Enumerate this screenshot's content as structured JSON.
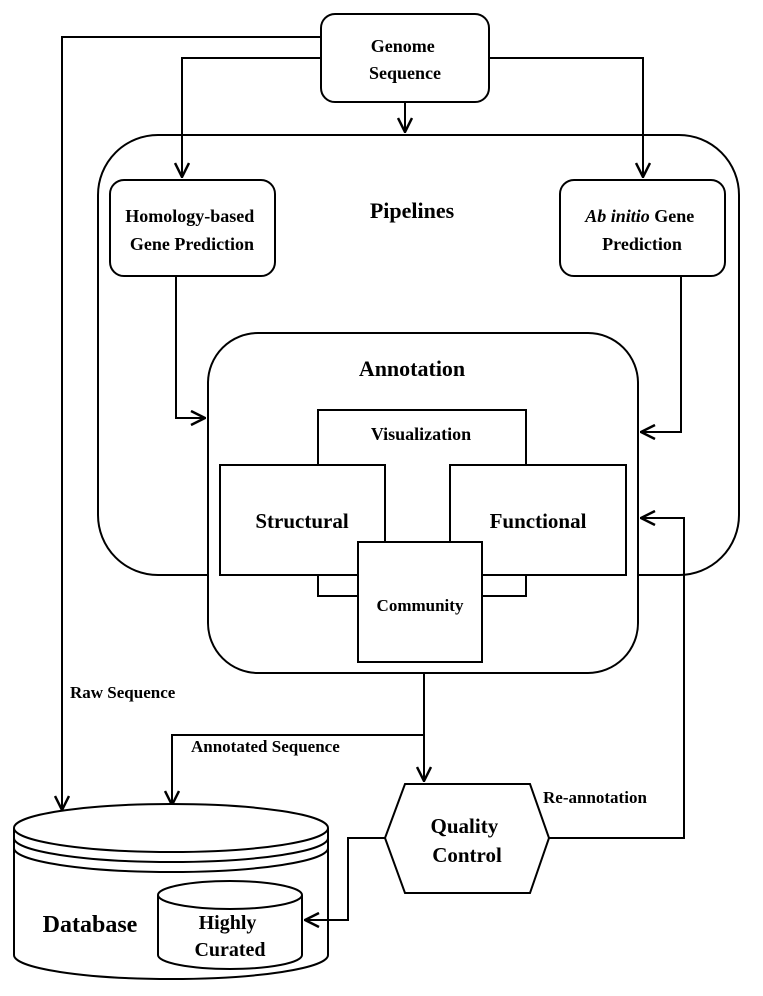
{
  "diagram": {
    "genome": {
      "line1": "Genome",
      "line2": "Sequence"
    },
    "pipelines": {
      "title": "Pipelines"
    },
    "homology": {
      "line1": "Homology-based",
      "line2": "Gene Prediction"
    },
    "abinitio": {
      "italic": "Ab initio",
      "rest": " Gene",
      "line2": "Prediction"
    },
    "annotation": {
      "title": "Annotation"
    },
    "visualization": "Visualization",
    "structural": "Structural",
    "functional": "Functional",
    "community": "Community",
    "edges": {
      "raw_sequence": "Raw Sequence",
      "annotated_sequence": "Annotated Sequence",
      "re_annotation": "Re-annotation"
    },
    "quality": {
      "line1": "Quality",
      "line2": "Control"
    },
    "database": {
      "label": "Database",
      "line1": "Highly",
      "line2": "Curated"
    }
  }
}
